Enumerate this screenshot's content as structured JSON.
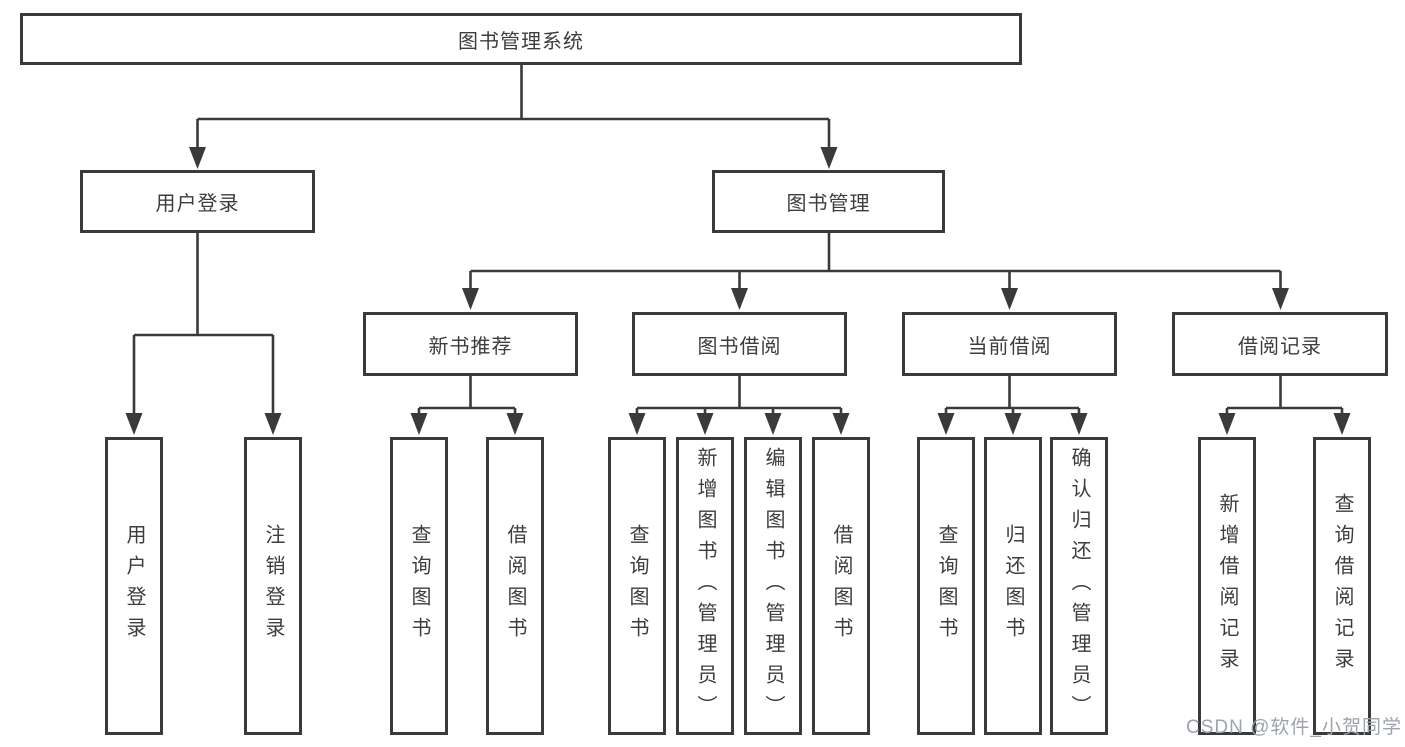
{
  "root": {
    "label": "图书管理系统"
  },
  "branches": [
    {
      "label": "用户登录",
      "leaves": [
        "用户登录",
        "注销登录"
      ]
    },
    {
      "label": "图书管理",
      "children": [
        {
          "label": "新书推荐",
          "leaves": [
            "查询图书",
            "借阅图书"
          ]
        },
        {
          "label": "图书借阅",
          "leaves": [
            "查询图书",
            "新增图书（管理员）",
            "编辑图书（管理员）",
            "借阅图书"
          ]
        },
        {
          "label": "当前借阅",
          "leaves": [
            "查询图书",
            "归还图书",
            "确认归还（管理员）"
          ]
        },
        {
          "label": "借阅记录",
          "leaves": [
            "新增借阅记录",
            "查询借阅记录"
          ]
        }
      ]
    }
  ],
  "watermark": "CSDN @软件_小贺同学",
  "colors": {
    "line": "#3a3a3a",
    "text": "#3d3d3d",
    "watermark": "#9da3ab",
    "background": "#ffffff"
  }
}
